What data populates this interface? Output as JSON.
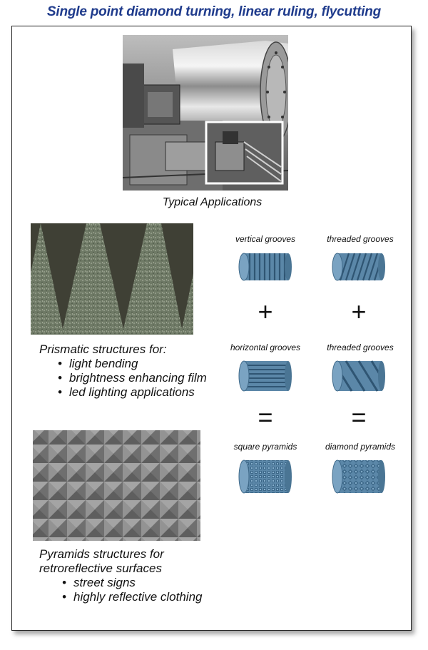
{
  "title": "Single point diamond turning, linear ruling, flycutting",
  "photo_caption": "Typical Applications",
  "prismatic": {
    "heading": "Prismatic structures for:",
    "bullets": [
      "light bending",
      "brightness enhancing film",
      "led lighting applications"
    ]
  },
  "pyramids": {
    "heading": "Pyramids structures for retroreflective surfaces",
    "bullets": [
      "street signs",
      "highly reflective clothing"
    ]
  },
  "diagram": {
    "left": {
      "first": "vertical grooves",
      "operator1": "+",
      "second": "horizontal grooves",
      "operator2": "=",
      "result": "square pyramids"
    },
    "right": {
      "first": "threaded grooves",
      "operator1": "+",
      "second": "threaded grooves",
      "operator2": "=",
      "result": "diamond pyramids"
    }
  },
  "colors": {
    "title": "#1f3b8c",
    "roller": "#5b87a8"
  }
}
